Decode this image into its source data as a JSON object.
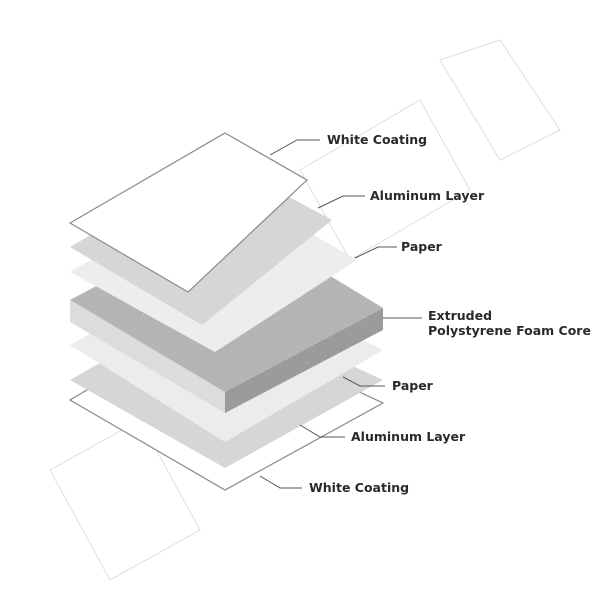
{
  "diagram": {
    "labels": {
      "top_white_coating": "White Coating",
      "top_aluminum_layer": "Aluminum Layer",
      "top_paper": "Paper",
      "core_line1": "Extruded",
      "core_line2": "Polystyrene Foam Core",
      "bottom_paper": "Paper",
      "bottom_aluminum_layer": "Aluminum Layer",
      "bottom_white_coating": "White Coating"
    },
    "colors": {
      "white_coating": "#ffffff",
      "aluminum": "#d6d6d6",
      "paper": "#ececec",
      "foam_top": "#b4b4b4",
      "foam_side_left": "#dcdcdc",
      "foam_side_right": "#9a9a9a",
      "outline": "#8a8a8a",
      "leader": "#555555"
    }
  }
}
